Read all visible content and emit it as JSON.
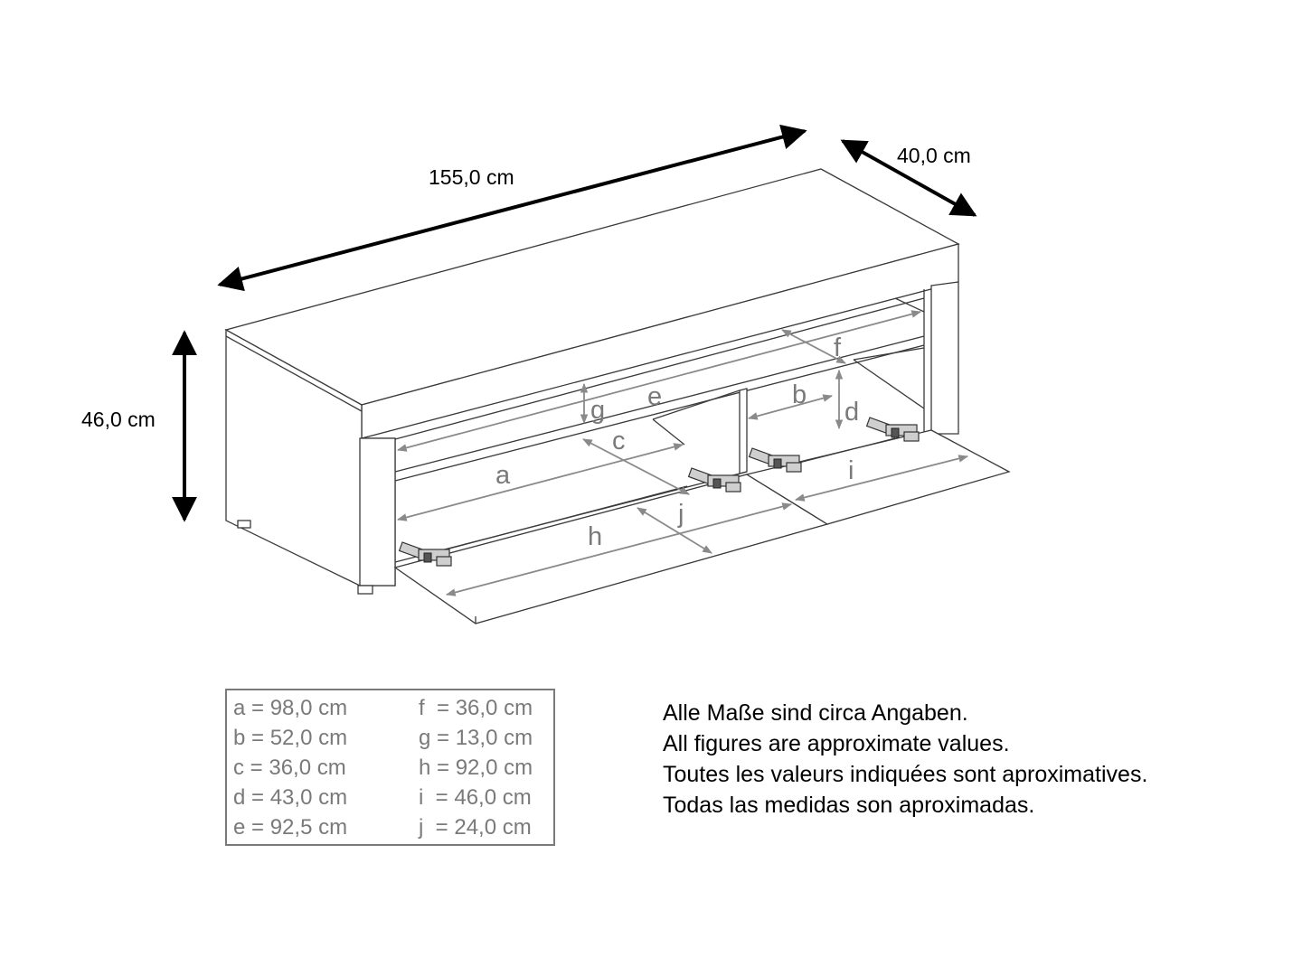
{
  "overall_dimensions": {
    "width": "155,0 cm",
    "depth": "40,0 cm",
    "height": "46,0 cm"
  },
  "dimension_letters": [
    "a",
    "b",
    "c",
    "d",
    "e",
    "f",
    "g",
    "h",
    "i",
    "j"
  ],
  "legend": {
    "left_column": [
      "a = 98,0 cm",
      "b = 52,0 cm",
      "c = 36,0 cm",
      "d = 43,0 cm",
      "e = 92,5 cm"
    ],
    "right_column": [
      "f  = 36,0 cm",
      "g = 13,0 cm",
      "h = 92,0 cm",
      "i  = 46,0 cm",
      "j  = 24,0 cm"
    ]
  },
  "notes": [
    "Alle Maße sind circa Angaben.",
    "All figures are approximate values.",
    "Toutes les valeurs indiquées sont aproximatives.",
    "Todas las medidas son aproximadas."
  ],
  "colors": {
    "outline": "#3a3a3a",
    "dimension_gray": "#8a8a8a",
    "text_gray": "#7a7a7a",
    "text_black": "#000000"
  }
}
